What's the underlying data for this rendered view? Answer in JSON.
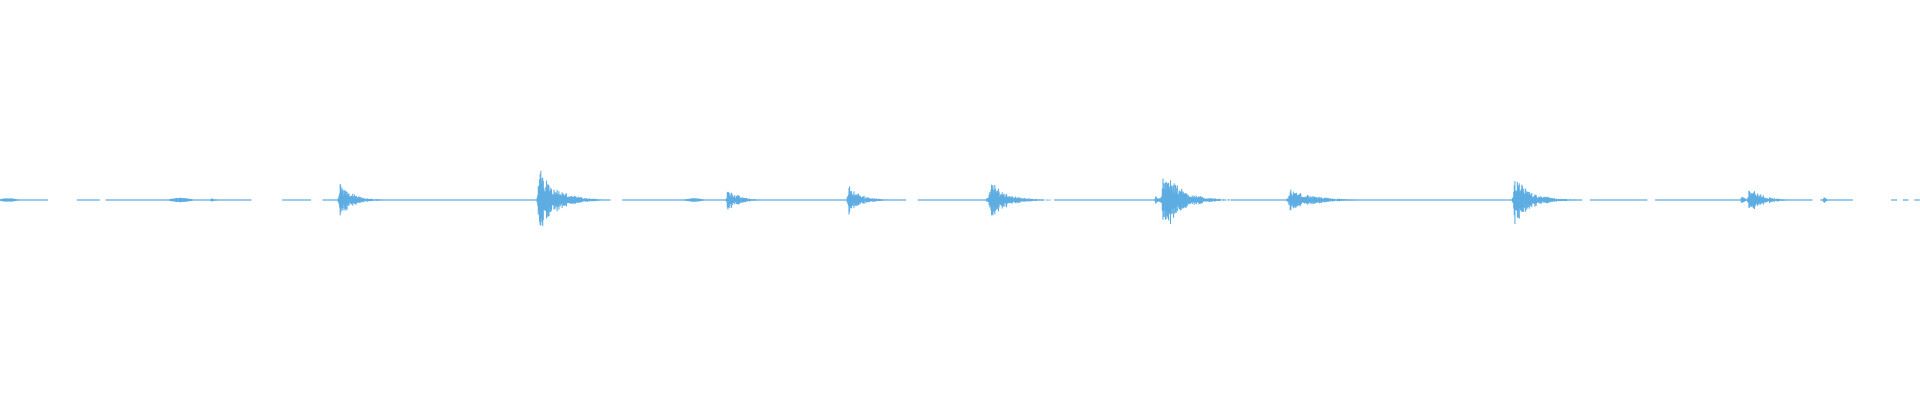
{
  "waveform": {
    "color": "#5dade2",
    "background": "#ffffff",
    "baseline_gaps": [
      [
        0.025,
        0.04
      ],
      [
        0.052,
        0.055
      ],
      [
        0.131,
        0.147
      ],
      [
        0.162,
        0.168
      ],
      [
        0.178,
        0.185
      ],
      [
        0.318,
        0.324
      ],
      [
        0.378,
        0.382
      ],
      [
        0.472,
        0.478
      ],
      [
        0.528,
        0.532
      ],
      [
        0.544,
        0.549
      ],
      [
        0.636,
        0.641
      ],
      [
        0.682,
        0.686
      ],
      [
        0.824,
        0.828
      ],
      [
        0.858,
        0.862
      ],
      [
        0.944,
        0.948
      ],
      [
        0.965,
        0.985
      ],
      [
        0.988,
        0.991
      ],
      [
        0.994,
        0.997
      ]
    ],
    "events": [
      {
        "t": 0.001,
        "peak": 0.05,
        "decay": 0.01,
        "kind": "blob"
      },
      {
        "t": 0.09,
        "peak": 0.06,
        "decay": 0.012,
        "kind": "blob"
      },
      {
        "t": 0.11,
        "peak": 0.06,
        "decay": 0.004,
        "kind": "click"
      },
      {
        "t": 0.177,
        "peak": 0.4,
        "decay": 0.012,
        "kind": "transient"
      },
      {
        "t": 0.281,
        "peak": 0.78,
        "decay": 0.016,
        "kind": "transient"
      },
      {
        "t": 0.358,
        "peak": 0.05,
        "decay": 0.01,
        "kind": "blob"
      },
      {
        "t": 0.379,
        "peak": 0.3,
        "decay": 0.01,
        "kind": "transient"
      },
      {
        "t": 0.442,
        "peak": 0.34,
        "decay": 0.012,
        "kind": "transient"
      },
      {
        "t": 0.514,
        "peak": 0.08,
        "decay": 0.005,
        "kind": "click"
      },
      {
        "t": 0.516,
        "peak": 0.45,
        "decay": 0.015,
        "kind": "transient"
      },
      {
        "t": 0.602,
        "peak": 0.12,
        "decay": 0.005,
        "kind": "click"
      },
      {
        "t": 0.606,
        "peak": 0.8,
        "decay": 0.016,
        "kind": "transient"
      },
      {
        "t": 0.672,
        "peak": 0.26,
        "decay": 0.022,
        "kind": "transient"
      },
      {
        "t": 0.789,
        "peak": 0.54,
        "decay": 0.016,
        "kind": "transient"
      },
      {
        "t": 0.907,
        "peak": 0.1,
        "decay": 0.004,
        "kind": "click"
      },
      {
        "t": 0.911,
        "peak": 0.34,
        "decay": 0.012,
        "kind": "transient"
      },
      {
        "t": 0.95,
        "peak": 0.08,
        "decay": 0.003,
        "kind": "click"
      }
    ]
  }
}
